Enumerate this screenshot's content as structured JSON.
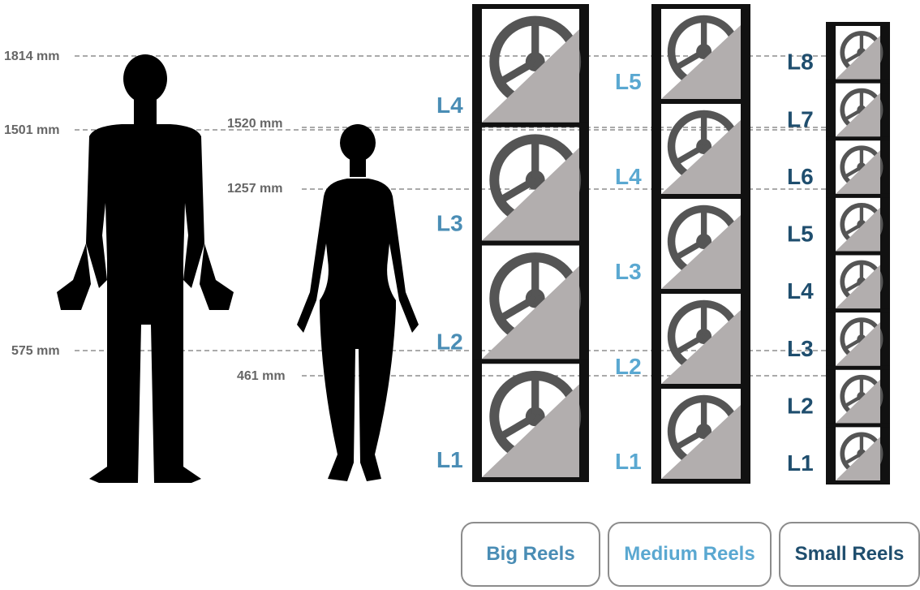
{
  "heights": [
    {
      "label": "1814 mm"
    },
    {
      "label": "1501 mm"
    },
    {
      "label": "575 mm"
    },
    {
      "label": "1520 mm"
    },
    {
      "label": "1257 mm"
    },
    {
      "label": "461 mm"
    }
  ],
  "racks": {
    "big": {
      "levels": [
        "L1",
        "L2",
        "L3",
        "L4"
      ],
      "color": "#4a8db5"
    },
    "medium": {
      "levels": [
        "L1",
        "L2",
        "L3",
        "L4",
        "L5"
      ],
      "color": "#5aa8d1"
    },
    "small": {
      "levels": [
        "L1",
        "L2",
        "L3",
        "L4",
        "L5",
        "L6",
        "L7",
        "L8"
      ],
      "color": "#1f4e6e"
    }
  },
  "buttons": {
    "big": {
      "label": "Big Reels",
      "color": "#4a8db5"
    },
    "medium": {
      "label": "Medium Reels",
      "color": "#5aa8d1"
    },
    "small": {
      "label": "Small Reels",
      "color": "#1f4e6e"
    }
  },
  "colors": {
    "dim_text": "#666666",
    "reel_gray": "#b2aeae",
    "reel_dark": "#555555",
    "frame": "#111111"
  }
}
